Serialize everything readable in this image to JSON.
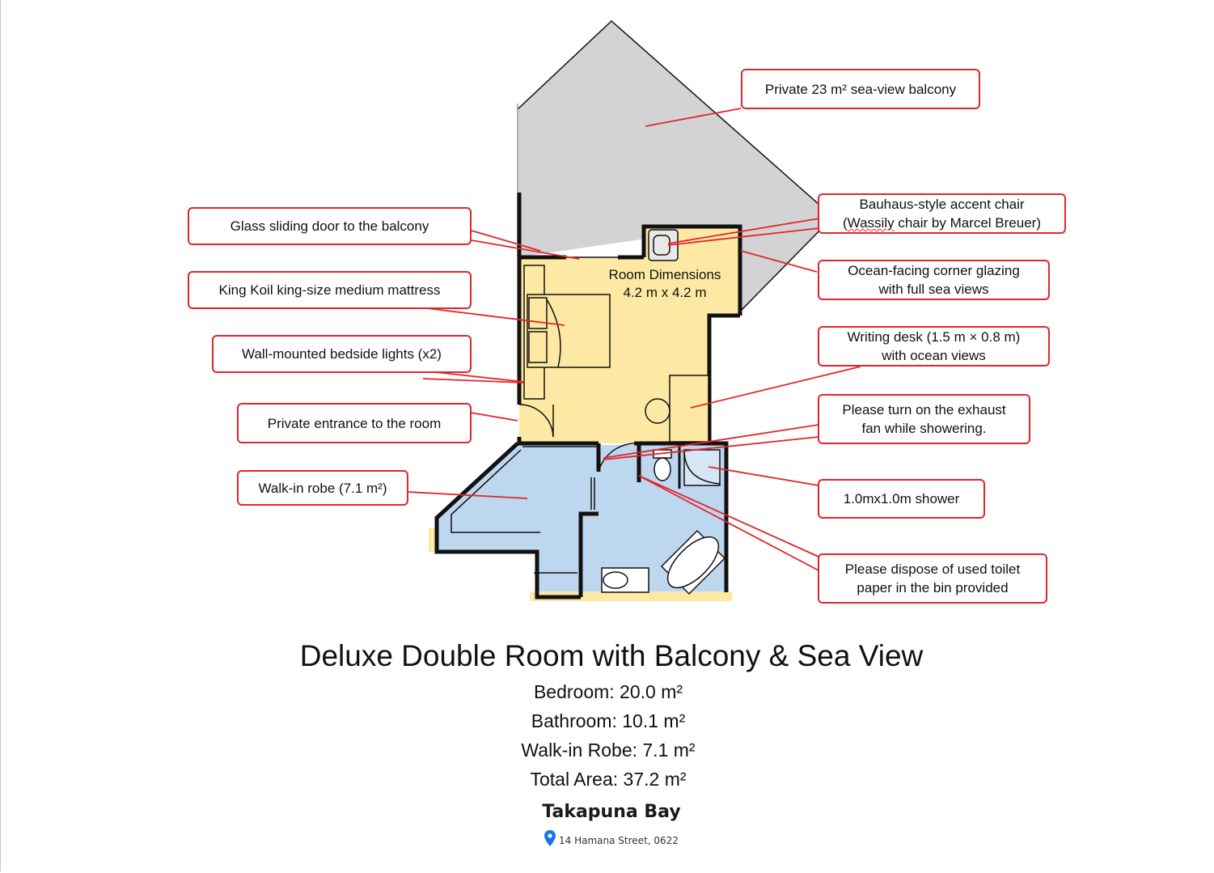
{
  "callouts": {
    "balcony": "Private 23 m² sea-view balcony",
    "glass_door": "Glass sliding door to the balcony",
    "mattress": "King Koil king-size medium mattress",
    "bedside_lights": "Wall-mounted bedside lights (x2)",
    "entrance": "Private entrance to the room",
    "walk_in_robe": "Walk-in robe (7.1 m²)",
    "chair_line1": "Bauhaus-style accent chair",
    "chair_line2_prefix": "(",
    "chair_line2_wassily": "Wassily",
    "chair_line2_rest": " chair by Marcel Breuer)",
    "glazing_line1": "Ocean-facing corner glazing",
    "glazing_line2": "with full sea views",
    "desk_line1": "Writing desk (1.5 m × 0.8 m)",
    "desk_line2": "with ocean views",
    "exhaust_line1": "Please turn on the exhaust",
    "exhaust_line2": "fan while showering.",
    "shower": "1.0mx1.0m shower",
    "toilet_line1": "Please dispose of used toilet",
    "toilet_line2": "paper in the bin provided"
  },
  "room_dimensions": {
    "label": "Room Dimensions",
    "value": "4.2 m x 4.2 m"
  },
  "title": "Deluxe Double Room with Balcony & Sea View",
  "areas": {
    "bedroom": "Bedroom: 20.0 m²",
    "bathroom": "Bathroom: 10.1 m²",
    "robe": "Walk-in Robe: 7.1 m²",
    "total": "Total Area: 37.2 m²"
  },
  "location": {
    "name": "Takapuna Bay",
    "address": "14 Hamana Street, 0622",
    "icon": "map-pin-icon"
  },
  "colors": {
    "callout_border": "#e2262b",
    "leader_line": "#e2262b",
    "bedroom_fill": "#fde9a3",
    "bathroom_fill": "#bdd7ee",
    "balcony_fill": "#d3d3d5",
    "wall": "#111111",
    "pin": "#1a73e8"
  }
}
